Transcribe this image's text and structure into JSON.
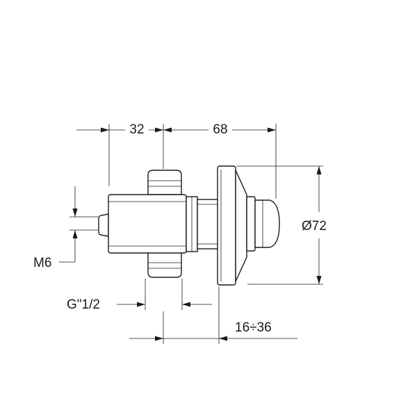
{
  "dimensions": {
    "width_32": "32",
    "width_68": "68",
    "diameter": "Ø72",
    "thread_m6": "M6",
    "thread_g": "G\"1/2",
    "range": "16÷36"
  },
  "colors": {
    "line": "#1a1a1a",
    "background": "#ffffff"
  }
}
